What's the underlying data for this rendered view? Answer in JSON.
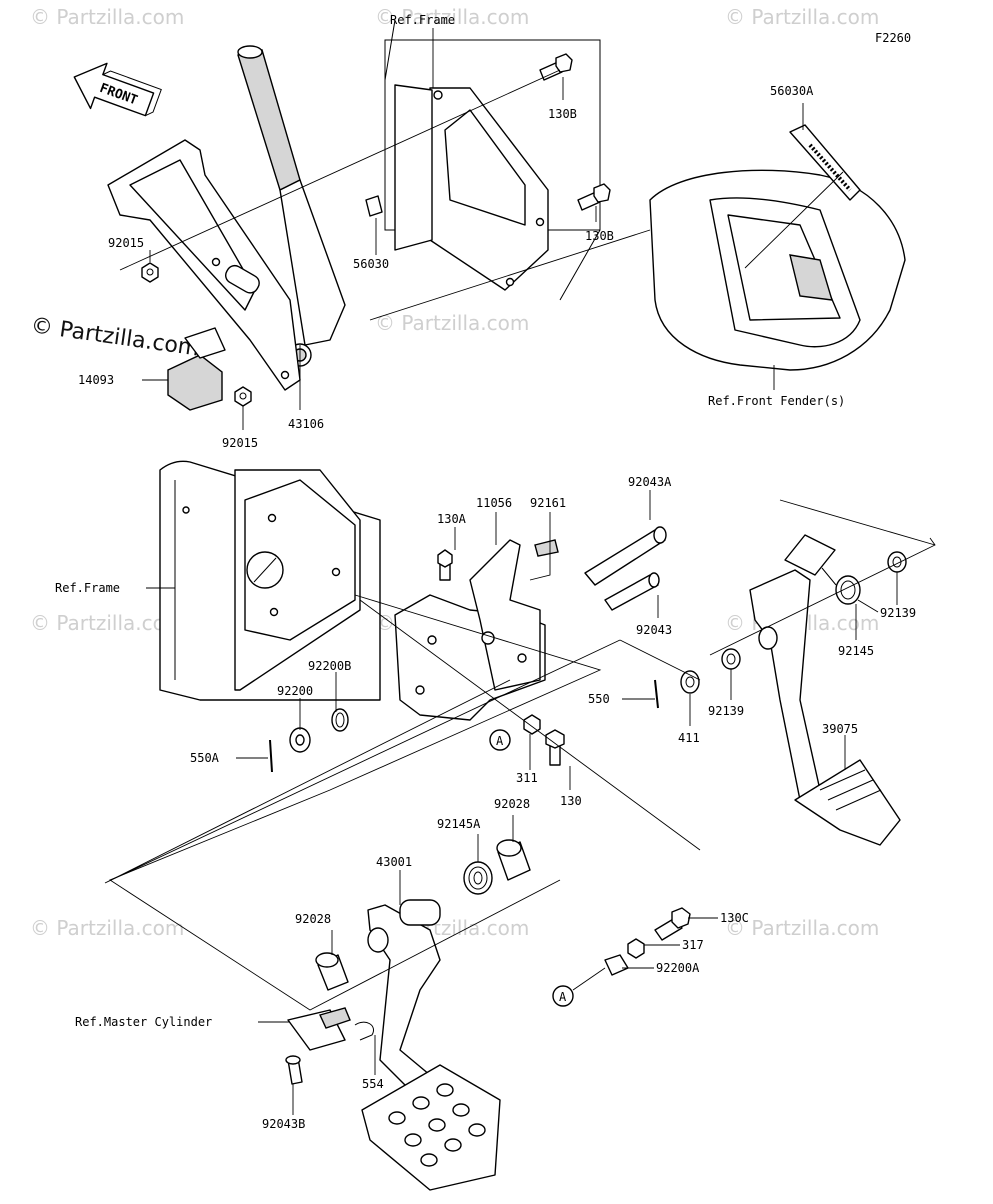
{
  "diagram": {
    "code": "F2260",
    "front_label": "FRONT",
    "watermark": "© Partzilla.com",
    "ref_labels": {
      "frame_top": "Ref.Frame",
      "frame_mid": "Ref.Frame",
      "front_fender": "Ref.Front Fender(s)",
      "master_cylinder": "Ref.Master Cylinder"
    },
    "part_numbers": {
      "p130B_1": "130B",
      "p130B_2": "130B",
      "p56030A": "56030A",
      "p56030": "56030",
      "p92015_1": "92015",
      "p92015_2": "92015",
      "p14093": "14093",
      "p43106": "43106",
      "p11056": "11056",
      "p92161": "92161",
      "p92043A": "92043A",
      "p130A": "130A",
      "p92043": "92043",
      "p92139_1": "92139",
      "p92139_2": "92139",
      "p92145": "92145",
      "p92200B": "92200B",
      "p92200": "92200",
      "p550A": "550A",
      "p550": "550",
      "p411": "411",
      "p311": "311",
      "p130": "130",
      "p39075": "39075",
      "p92028_1": "92028",
      "p92028_2": "92028",
      "p92145A": "92145A",
      "p43001": "43001",
      "p130C": "130C",
      "p317": "317",
      "p92200A": "92200A",
      "p554": "554",
      "p92043B": "92043B",
      "markerA_1": "A",
      "markerA_2": "A"
    }
  }
}
